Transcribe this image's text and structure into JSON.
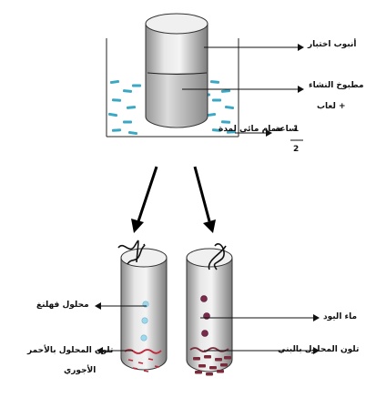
{
  "labels": {
    "test_tube": "أنبوب اختبار",
    "starch": "مطبوخ النشاء",
    "saliva": "+ لعاب",
    "water_bath": "حمام مائي لمدة",
    "duration_num": "1",
    "duration_unit": "ساعة",
    "duration_den": "2",
    "fehling": "محلول فهلنغ",
    "iodine": "ماء اليود",
    "brick_red_1": "تلون المحلول بالأحمر",
    "brick_red_2": "الأجوري",
    "brown": "تلون المحلول بالبني"
  },
  "colors": {
    "water_dashes": "#3aa7c4",
    "fehling_drops": "#9fd7ec",
    "iodine_drops": "#7a2a4a",
    "red_precipitate": "#c0283a",
    "brown_solution": "#7a2a3a"
  }
}
